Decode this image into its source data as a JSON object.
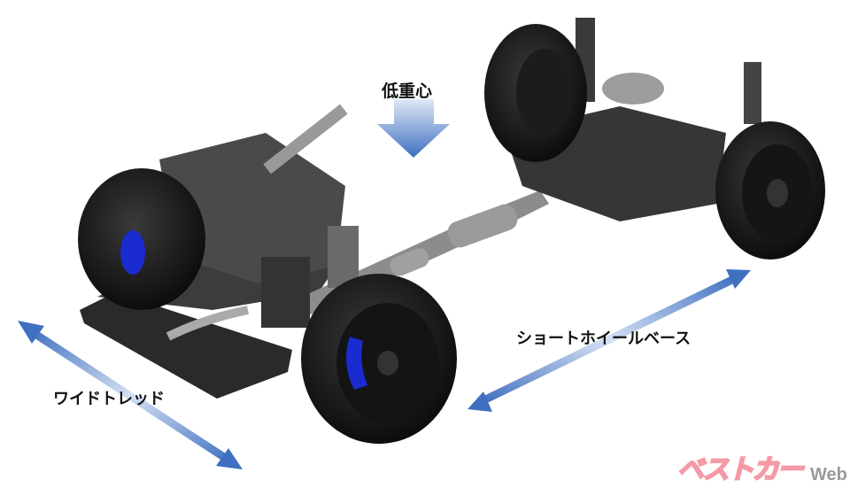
{
  "labels": {
    "low_center_of_gravity": "低重心",
    "short_wheelbase": "ショートホイールベース",
    "wide_tread": "ワイドトレッド"
  },
  "logo": {
    "main": "ベストカー",
    "sub": "Web"
  },
  "colors": {
    "arrow_blue": "#3f6fc0",
    "arrow_light": "#c9d8f0",
    "brake_blue": "#1a2bd0",
    "logo_pink": "#f4a0ab"
  }
}
